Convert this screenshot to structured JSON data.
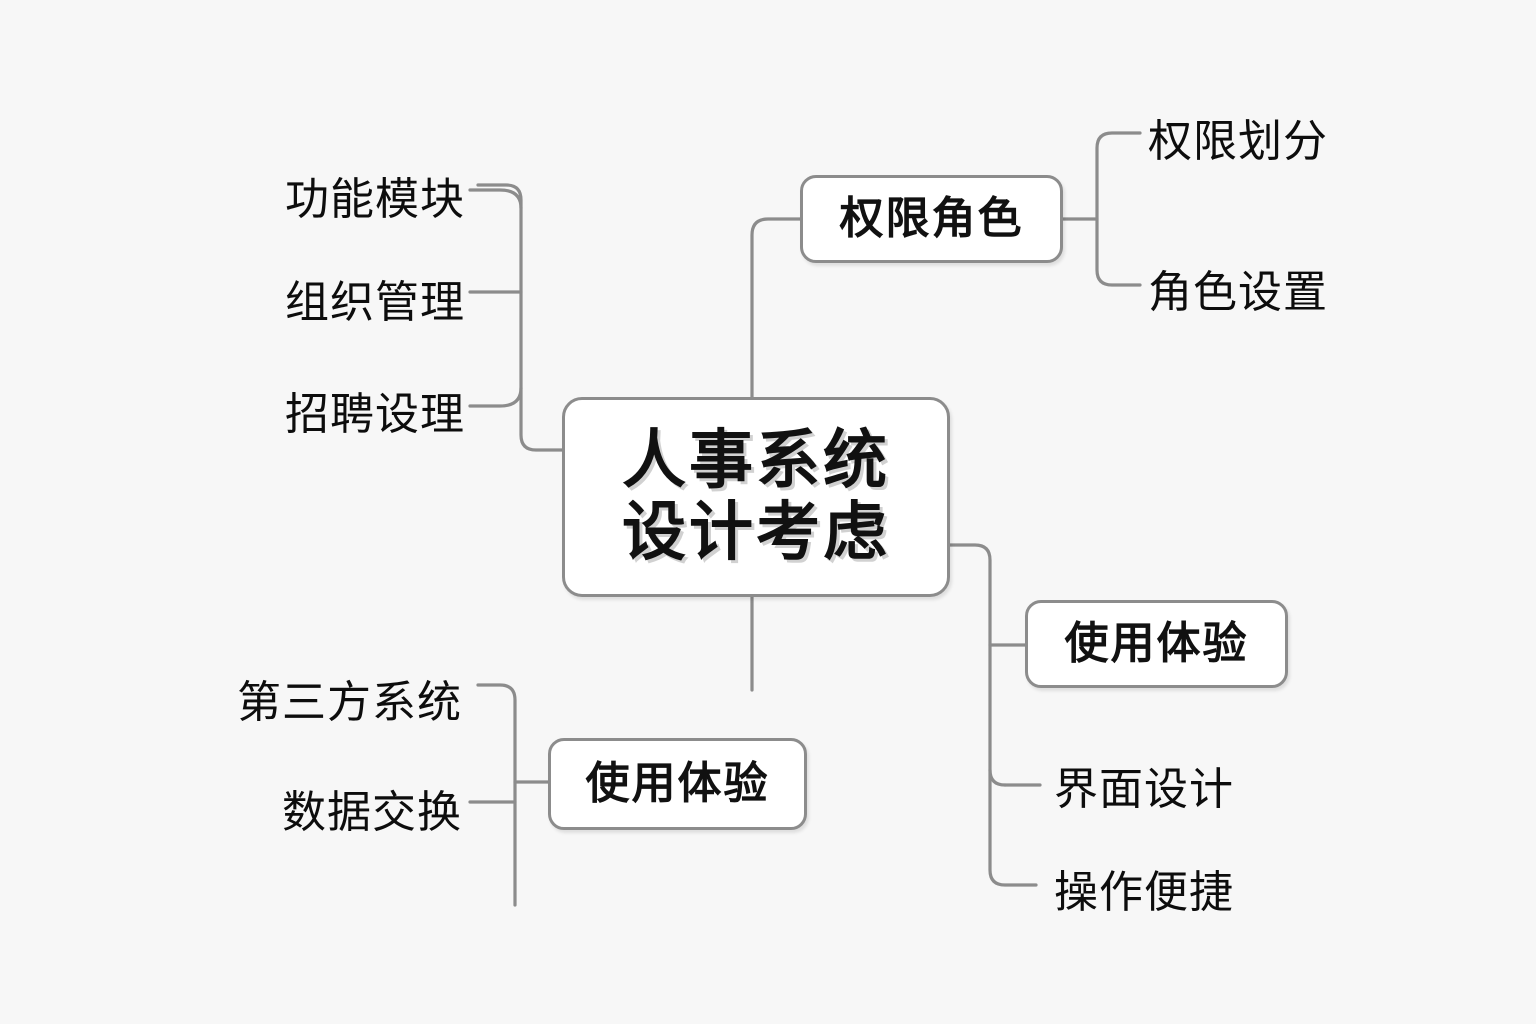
{
  "diagram": {
    "type": "mind-map",
    "background_color": "#f7f7f7",
    "connector_color": "#8c8c8c",
    "node_fill": "#ffffff",
    "text_color": "#111111",
    "root": {
      "line1": "人事系统",
      "line2": "设计考虑"
    },
    "branches": [
      {
        "id": "function-modules",
        "side": "left-top",
        "label": "",
        "children": [
          {
            "id": "leaf-function-module",
            "label": "功能模块"
          },
          {
            "id": "leaf-org-management",
            "label": "组织管理"
          },
          {
            "id": "leaf-recruit-setting",
            "label": "招聘设理"
          }
        ]
      },
      {
        "id": "permission-role",
        "side": "top-right",
        "label": "权限角色",
        "children": [
          {
            "id": "leaf-permission-division",
            "label": "权限划分"
          },
          {
            "id": "leaf-role-setting",
            "label": "角色设置"
          }
        ]
      },
      {
        "id": "user-experience-right",
        "side": "right",
        "label": "使用体验",
        "children": [
          {
            "id": "leaf-ui-design",
            "label": "界面设计"
          },
          {
            "id": "leaf-easy-operation",
            "label": "操作便捷"
          }
        ]
      },
      {
        "id": "user-experience-bottom",
        "side": "bottom-left",
        "label": "使用体验",
        "children": [
          {
            "id": "leaf-third-party-system",
            "label": "第三方系统"
          },
          {
            "id": "leaf-data-exchange",
            "label": "数据交换"
          }
        ]
      }
    ]
  }
}
